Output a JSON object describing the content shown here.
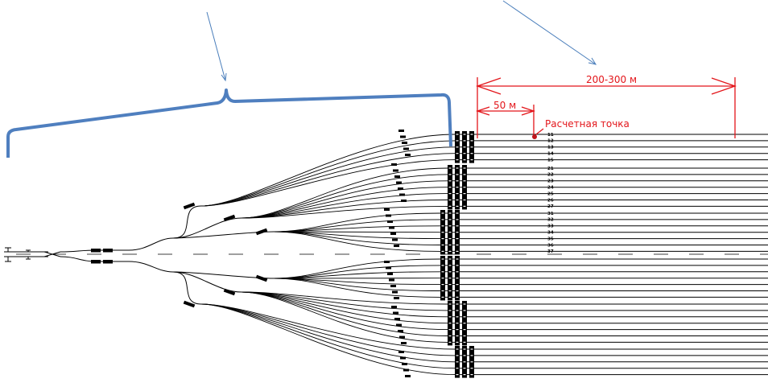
{
  "diagram": {
    "dimension_total_label": "200-300 м",
    "dimension_short_label": "50 м",
    "calc_point_label": "Расчетная точка",
    "track_groups": [
      {
        "tracks": [
          "11",
          "12",
          "13",
          "14",
          "15"
        ]
      },
      {
        "tracks": [
          "21",
          "22",
          "23",
          "24",
          "25",
          "26",
          "27"
        ]
      },
      {
        "tracks": [
          "31",
          "32",
          "33",
          "34",
          "35",
          "36",
          "37"
        ]
      },
      {
        "tracks": [
          "",
          "",
          "",
          "",
          "",
          "",
          ""
        ]
      },
      {
        "tracks": [
          "",
          "",
          "",
          "",
          "",
          "",
          ""
        ]
      },
      {
        "tracks": [
          "",
          "",
          "",
          "",
          ""
        ]
      }
    ],
    "colors": {
      "dimension": "#e3151a",
      "bracket": "#4f7fbf",
      "arrow": "#4a7ebb",
      "track": "#000000"
    }
  }
}
